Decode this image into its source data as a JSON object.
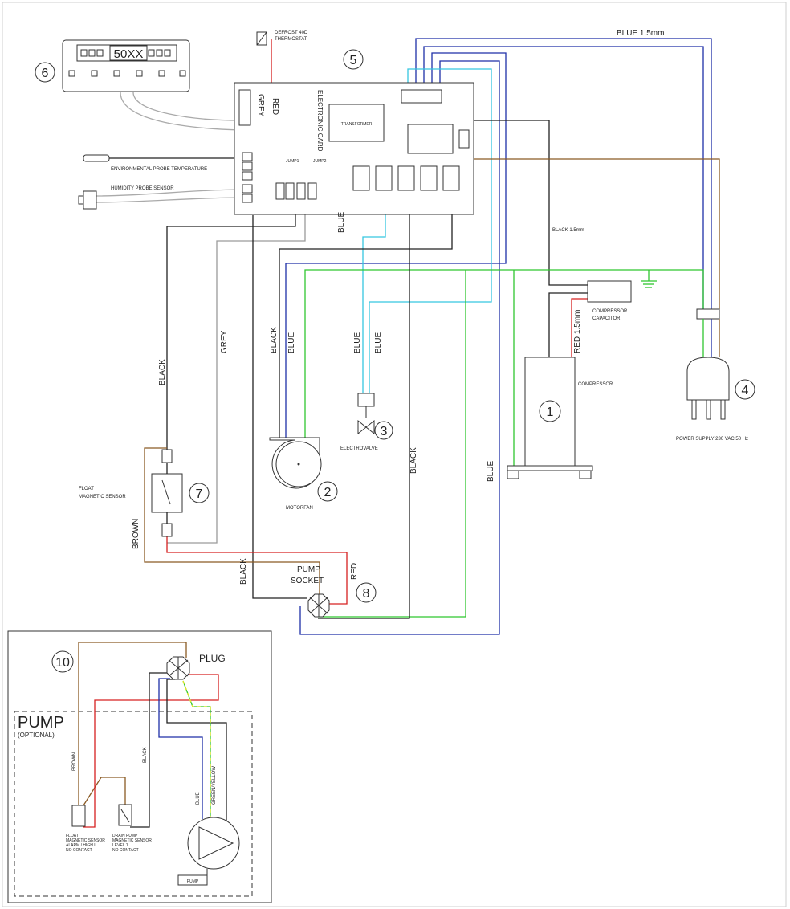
{
  "colors": {
    "blue": "#1e2fa8",
    "black": "#222222",
    "grey": "#9a9a9a",
    "red": "#d62020",
    "green": "#2fc62f",
    "cyan": "#36c6e0",
    "brown": "#8a5a24",
    "yellow": "#e6e62a"
  },
  "components": {
    "display": {
      "number": "6",
      "value": "50XX"
    },
    "electronic_card": {
      "number": "5",
      "label": "ELECTRONIC CARD",
      "transformer": "TRANSFORMER"
    },
    "defrost_thermostat": {
      "label_line1": "DEFROST 40D",
      "label_line2": "THERMOSTAT"
    },
    "environmental_probe": {
      "label": "ENVIRONMENTAL PROBE TEMPERATURE"
    },
    "humidity_probe": {
      "label": "HUMIDITY PROBE SENSOR"
    },
    "jumpers": {
      "j1": "JUMP1",
      "j2": "JUMP2"
    },
    "compressor": {
      "number": "1",
      "label": "COMPRESSOR"
    },
    "capacitor": {
      "label_line1": "COMPRESSOR",
      "label_line2": "CAPACITOR"
    },
    "motorfan": {
      "number": "2",
      "label": "MOTORFAN"
    },
    "electrovalve": {
      "number": "3",
      "label": "ELECTROVALVE"
    },
    "power_supply": {
      "number": "4",
      "label": "POWER SUPPLY 230 VAC 50 Hz"
    },
    "float_sensor": {
      "number": "7",
      "label_line1": "FLOAT",
      "label_line2": "MAGNETIC SENSOR"
    },
    "pump_socket": {
      "number": "8",
      "label_line1": "PUMP",
      "label_line2": "SOCKET"
    },
    "pump_inset": {
      "number": "10",
      "title": "PUMP",
      "subtitle": "(OPTIONAL)",
      "plug": "PLUG",
      "pump": "PUMP",
      "float1_line1": "FLOAT",
      "float1_line2": "MAGNETIC SENSOR",
      "float1_line3": "ALARM / HIGH L",
      "float1_line4": "NO CONTACT",
      "float2_line1": "DRAIN PUMP",
      "float2_line2": "MAGNETIC SENSOR",
      "float2_line3": "LEVEL 1",
      "float2_line4": "NO CONTACT"
    }
  },
  "wire_labels": {
    "blue_15": "BLUE 1.5mm",
    "black_15": "BLACK 1.5mm",
    "red_15": "RED 1.5mm",
    "red": "RED",
    "grey": "GREY",
    "blue": "BLUE",
    "black": "BLACK",
    "brown": "BROWN",
    "green_yellow": "GREEN/YELLOW"
  }
}
